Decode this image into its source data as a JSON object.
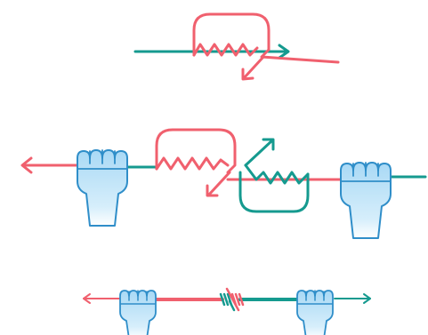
{
  "figure": {
    "panels": [
      {
        "name": "knot-step-1"
      },
      {
        "name": "knot-step-2-pulled-by-fists"
      },
      {
        "name": "knot-step-3-tightened"
      }
    ],
    "colors": {
      "rope_red": "#f0606e",
      "rope_teal": "#159a8f",
      "fist_fill": "#a9d9f5",
      "fist_stroke": "#2f8ec9",
      "background": "#ffffff"
    },
    "icons": [
      "fist-icon",
      "arrow-icon",
      "rope-zigzag"
    ]
  }
}
